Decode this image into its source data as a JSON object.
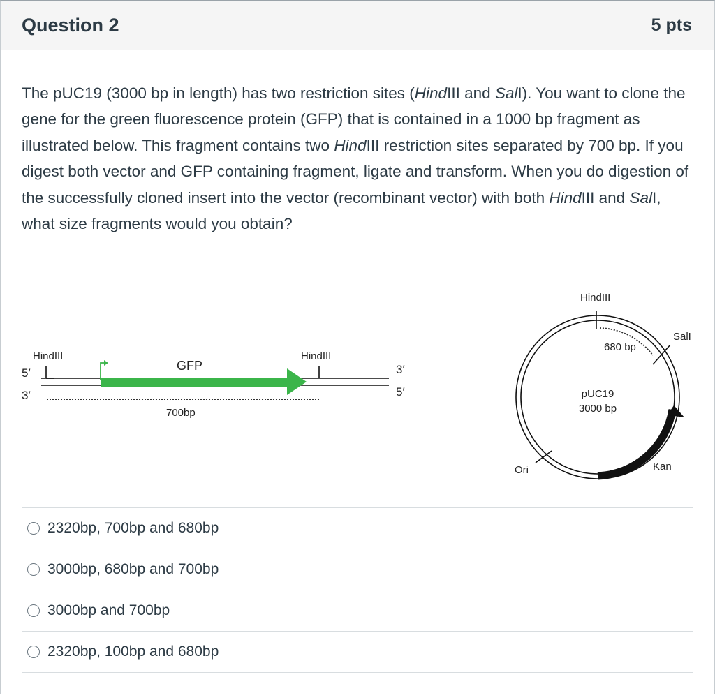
{
  "question": {
    "title": "Question 2",
    "points": "5 pts",
    "text_parts": [
      {
        "t": "The pUC19 (3000 bp in length) has two restriction sites (",
        "i": false
      },
      {
        "t": "Hind",
        "i": true
      },
      {
        "t": "III and ",
        "i": false
      },
      {
        "t": "Sal",
        "i": true
      },
      {
        "t": "I). You want to clone the gene for the green fluorescence protein (GFP) that is contained in a 1000 bp fragment as illustrated below. This fragment contains two ",
        "i": false
      },
      {
        "t": "Hind",
        "i": true
      },
      {
        "t": "III restriction sites separated by 700 bp. If you digest both vector and GFP containing fragment, ligate and transform. When you do digestion of the successfully cloned insert into the vector (recombinant vector) with both ",
        "i": false
      },
      {
        "t": "Hind",
        "i": true
      },
      {
        "t": "III and ",
        "i": false
      },
      {
        "t": "Sal",
        "i": true
      },
      {
        "t": "I, what size fragments would you obtain?",
        "i": false
      }
    ]
  },
  "fragment_figure": {
    "top_strand": "5′",
    "bottom_strand": "3′",
    "top_strand_end": "3′",
    "bottom_strand_end": "5′",
    "site_left": "HindIII",
    "site_right": "HindIII",
    "gene_label": "GFP",
    "distance_label": "700bp",
    "gene_color": "#3bb54a"
  },
  "plasmid_figure": {
    "name": "pUC19",
    "size": "3000 bp",
    "site_top": "HindIII",
    "site_right": "SalI",
    "arc_label": "680 bp",
    "ori_label": "Ori",
    "kan_label": "Kan"
  },
  "answers": [
    {
      "label": "2320bp, 700bp and 680bp"
    },
    {
      "label": "3000bp, 680bp and 700bp"
    },
    {
      "label": "3000bp and 700bp"
    },
    {
      "label": "2320bp, 100bp and 680bp"
    }
  ]
}
